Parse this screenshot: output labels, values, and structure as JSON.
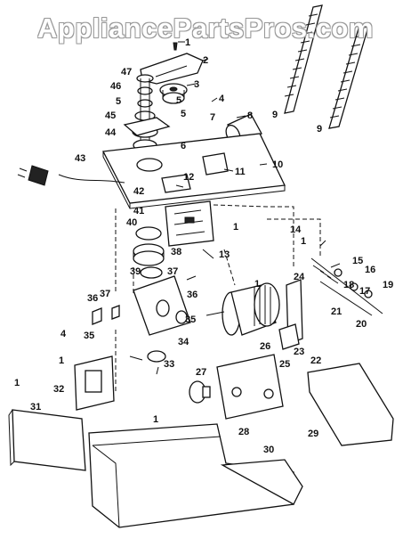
{
  "watermark": "AppliancePartsPros.com",
  "callouts": [
    {
      "id": "c1a",
      "label": "1"
    },
    {
      "id": "c2",
      "label": "2"
    },
    {
      "id": "c3",
      "label": "3"
    },
    {
      "id": "c4a",
      "label": "4"
    },
    {
      "id": "c5a",
      "label": "5"
    },
    {
      "id": "c5b",
      "label": "5"
    },
    {
      "id": "c6",
      "label": "6"
    },
    {
      "id": "c7",
      "label": "7"
    },
    {
      "id": "c8",
      "label": "8"
    },
    {
      "id": "c9a",
      "label": "9"
    },
    {
      "id": "c9b",
      "label": "9"
    },
    {
      "id": "c10",
      "label": "10"
    },
    {
      "id": "c11",
      "label": "11"
    },
    {
      "id": "c12",
      "label": "12"
    },
    {
      "id": "c13",
      "label": "13"
    },
    {
      "id": "c14",
      "label": "14"
    },
    {
      "id": "c1b",
      "label": "1"
    },
    {
      "id": "c15",
      "label": "15"
    },
    {
      "id": "c16",
      "label": "16"
    },
    {
      "id": "c17",
      "label": "17"
    },
    {
      "id": "c18",
      "label": "18"
    },
    {
      "id": "c19",
      "label": "19"
    },
    {
      "id": "c20",
      "label": "20"
    },
    {
      "id": "c21",
      "label": "21"
    },
    {
      "id": "c22",
      "label": "22"
    },
    {
      "id": "c23",
      "label": "23"
    },
    {
      "id": "c24",
      "label": "24"
    },
    {
      "id": "c25",
      "label": "25"
    },
    {
      "id": "c26",
      "label": "26"
    },
    {
      "id": "c27",
      "label": "27"
    },
    {
      "id": "c28",
      "label": "28"
    },
    {
      "id": "c29",
      "label": "29"
    },
    {
      "id": "c30",
      "label": "30"
    },
    {
      "id": "c31",
      "label": "31"
    },
    {
      "id": "c1c",
      "label": "1"
    },
    {
      "id": "c1d",
      "label": "1"
    },
    {
      "id": "c32",
      "label": "32"
    },
    {
      "id": "c1e",
      "label": "1"
    },
    {
      "id": "c33",
      "label": "33"
    },
    {
      "id": "c34",
      "label": "34"
    },
    {
      "id": "c35a",
      "label": "35"
    },
    {
      "id": "c35b",
      "label": "35"
    },
    {
      "id": "c36a",
      "label": "36"
    },
    {
      "id": "c36b",
      "label": "36"
    },
    {
      "id": "c37a",
      "label": "37"
    },
    {
      "id": "c37b",
      "label": "37"
    },
    {
      "id": "c38",
      "label": "38"
    },
    {
      "id": "c39",
      "label": "39"
    },
    {
      "id": "c40",
      "label": "40"
    },
    {
      "id": "c41",
      "label": "41"
    },
    {
      "id": "c42",
      "label": "42"
    },
    {
      "id": "c43",
      "label": "43"
    },
    {
      "id": "c44",
      "label": "44"
    },
    {
      "id": "c45",
      "label": "45"
    },
    {
      "id": "c46",
      "label": "46"
    },
    {
      "id": "c47",
      "label": "47"
    },
    {
      "id": "c4b",
      "label": "4"
    },
    {
      "id": "c1f",
      "label": "1"
    },
    {
      "id": "c1g",
      "label": "1"
    },
    {
      "id": "c5c",
      "label": "5"
    }
  ]
}
